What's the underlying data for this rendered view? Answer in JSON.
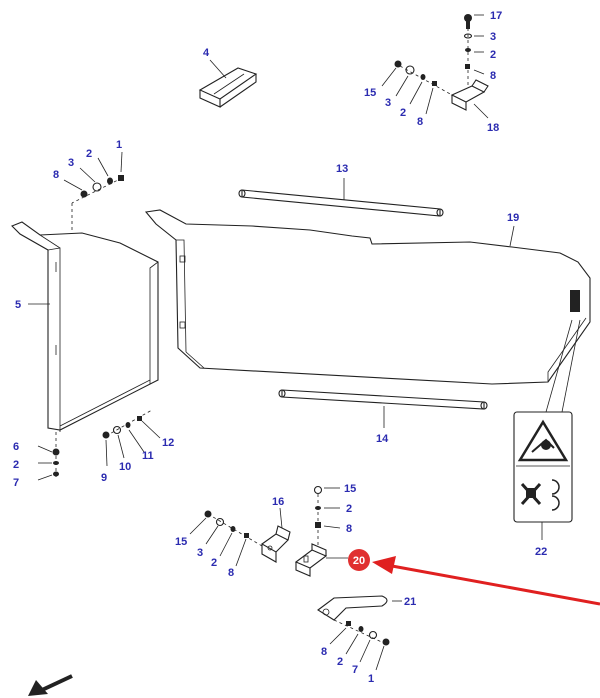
{
  "callouts": {
    "c17": "17",
    "c3a": "3",
    "c2a": "2",
    "c8a": "8",
    "c15a": "15",
    "c3b": "3",
    "c2b": "2",
    "c8b": "8",
    "c18": "18",
    "c4": "4",
    "c1a": "1",
    "c2c": "2",
    "c3c": "3",
    "c8c": "8",
    "c13": "13",
    "c19": "19",
    "c5": "5",
    "c6": "6",
    "c2d": "2",
    "c7a": "7",
    "c9": "9",
    "c10": "10",
    "c11": "11",
    "c12": "12",
    "c14": "14",
    "c22": "22",
    "c16": "16",
    "c15b": "15",
    "c3d": "3",
    "c2e": "2",
    "c8d": "8",
    "c15c": "15",
    "c2f": "2",
    "c8e": "8",
    "c20": "20",
    "c21": "21",
    "c8f": "8",
    "c2g": "2",
    "c7b": "7",
    "c1b": "1"
  },
  "highlight": {
    "part": "20",
    "marker_color": "#e03030",
    "arrow_color": "#e02020"
  },
  "colors": {
    "label": "#2b2bb0",
    "line": "#222222"
  },
  "icons": [
    "warning-entanglement-icon",
    "no-hands-rotating-icon",
    "direction-arrow-icon"
  ]
}
